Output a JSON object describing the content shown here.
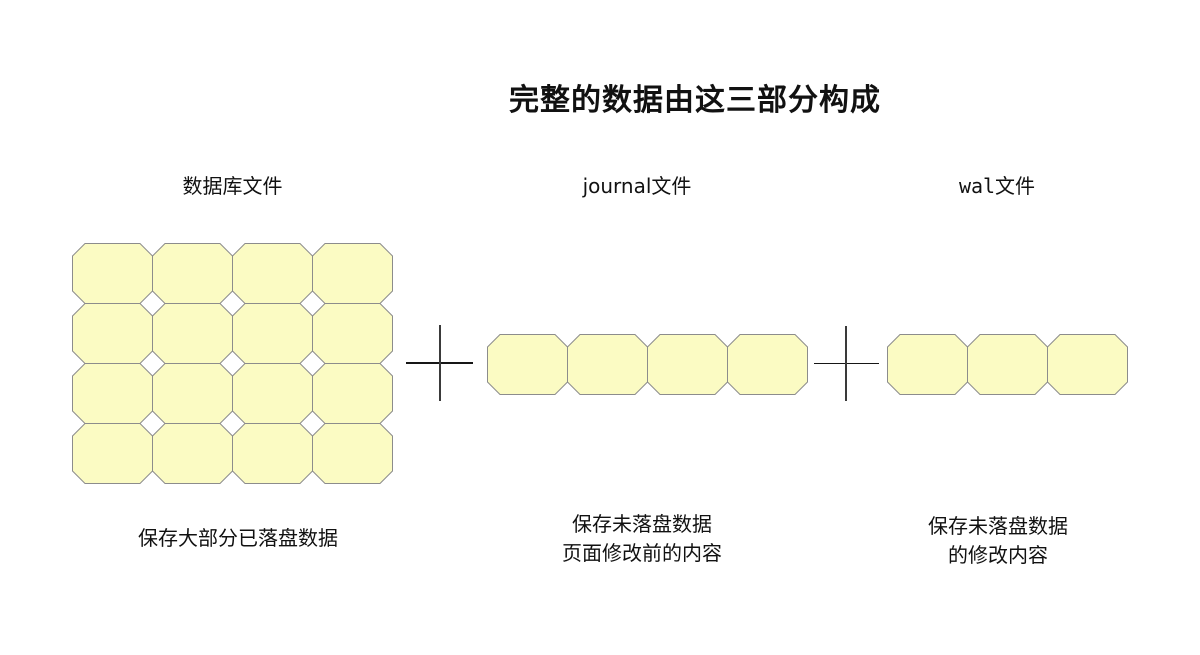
{
  "title": "完整的数据由这三部分构成",
  "colors": {
    "background": "#ffffff",
    "page_fill": "#FBFBC3",
    "page_border": "#8C8C8C",
    "text": "#111111",
    "plus": "#161616"
  },
  "sections": [
    {
      "id": "database",
      "label": "数据库文件",
      "rows": 4,
      "cols": 4,
      "caption_lines": [
        "保存大部分已落盘数据"
      ]
    },
    {
      "id": "journal",
      "label": "journal文件",
      "rows": 1,
      "cols": 4,
      "caption_lines": [
        "保存未落盘数据",
        "页面修改前的内容"
      ]
    },
    {
      "id": "wal",
      "label": "wal文件",
      "rows": 1,
      "cols": 3,
      "caption_lines": [
        "保存未落盘数据",
        "的修改内容"
      ]
    }
  ],
  "operators": [
    {
      "symbol": "+"
    },
    {
      "symbol": "+"
    }
  ]
}
